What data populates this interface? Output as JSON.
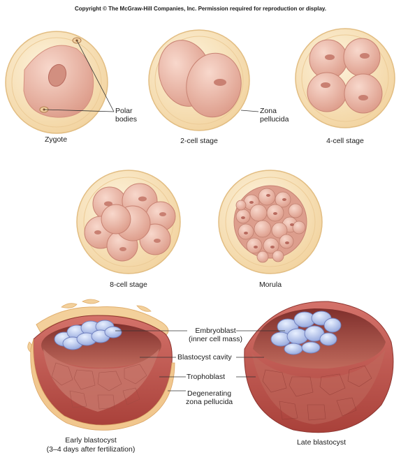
{
  "copyright": "Copyright © The McGraw-Hill Companies, Inc. Permission required for reproduction or display.",
  "stages": {
    "zygote": "Zygote",
    "two_cell": "2-cell stage",
    "four_cell": "4-cell stage",
    "eight_cell": "8-cell stage",
    "morula": "Morula",
    "early_blastocyst": "Early blastocyst",
    "early_blastocyst_note": "(3–4 days after fertilization)",
    "late_blastocyst": "Late blastocyst"
  },
  "callouts": {
    "polar_bodies_1": "Polar",
    "polar_bodies_2": "bodies",
    "zona_pellucida_1": "Zona",
    "zona_pellucida_2": "pellucida",
    "embryoblast_1": "Embryoblast",
    "embryoblast_2": "(inner cell mass)",
    "blastocyst_cavity": "Blastocyst cavity",
    "trophoblast": "Trophoblast",
    "degenerating_1": "Degenerating",
    "degenerating_2": "zona pellucida"
  },
  "colors": {
    "zona": "#f7dfb4",
    "zona_edge": "#e7c68e",
    "cell": "#eab5a6",
    "cell_edge": "#c88373",
    "nucleus": "#b86a5e",
    "inner_mass": "#aab8e6",
    "wall": "#bc4d44"
  }
}
